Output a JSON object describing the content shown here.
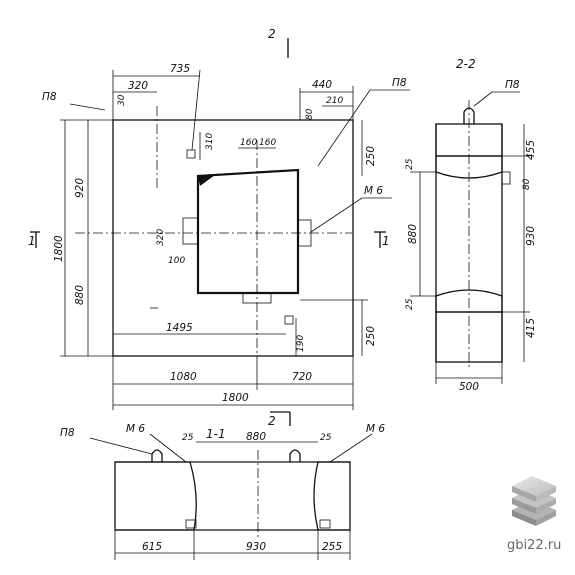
{
  "plan": {
    "section_mark_top": "2",
    "section_mark_bottom": "2",
    "section_mark_left": "1",
    "section_mark_right": "1",
    "top_dims": [
      "735",
      "320",
      "440",
      "210",
      "80",
      "30",
      "310",
      "160",
      "160"
    ],
    "left_dims": [
      "920",
      "1800",
      "880"
    ],
    "inner_dims": [
      "320",
      "100",
      "1495",
      "190"
    ],
    "right_dims": [
      "250",
      "250"
    ],
    "bottom_dims": [
      "1080",
      "720",
      "1800"
    ],
    "loop_label": "П8",
    "loop_label_2": "П8",
    "plate_label": "М 6"
  },
  "section22": {
    "title": "2-2",
    "loop_label": "П8",
    "dims": [
      "455",
      "80",
      "930",
      "415",
      "880",
      "25",
      "25",
      "500"
    ]
  },
  "section11": {
    "title": "1-1",
    "loop_label": "П8",
    "plate_left": "М 6",
    "plate_right": "М 6",
    "top_dims": [
      "25",
      "880",
      "25"
    ],
    "bottom_dims": [
      "615",
      "930",
      "255"
    ]
  },
  "watermark": {
    "text": "gbi22.ru"
  }
}
